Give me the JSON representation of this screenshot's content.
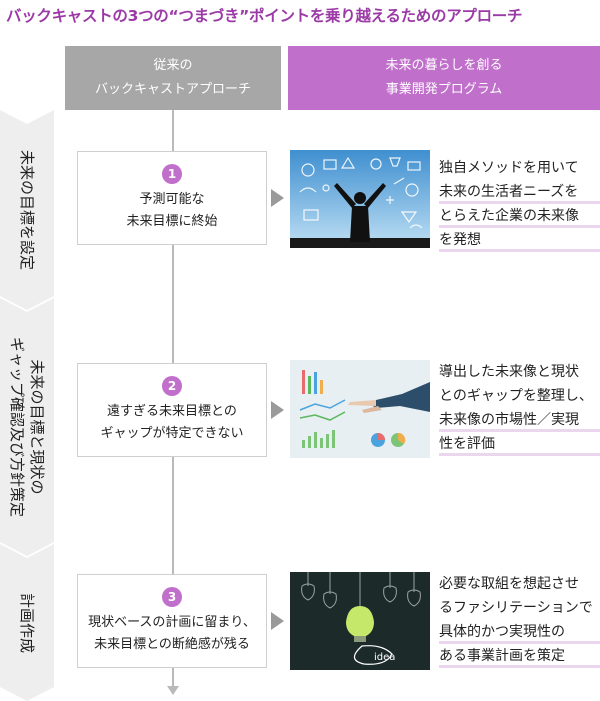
{
  "title": "バックキャストの3つの“つまづき”ポイントを乗り越えるためのアプローチ",
  "columns": {
    "left": [
      "従来の",
      "バックキャストアプローチ"
    ],
    "right": [
      "未来の暮らしを創る",
      "事業開発プログラム"
    ]
  },
  "phases": [
    {
      "label": "未来の目標を設定"
    },
    {
      "label": "未来の目標と現状の\nギャップ確認及び方針策定"
    },
    {
      "label": "計画作成"
    }
  ],
  "steps": [
    {
      "number": "1",
      "problem": "予測可能な\n未来目標に終始",
      "description": [
        "独自メソッドを用いて",
        "未来の生活者ニーズを",
        "とらえた企業の未来像",
        "を発想"
      ],
      "image_icon": "person-ideas-sketch-icon"
    },
    {
      "number": "2",
      "problem": "遠すぎる未来目標との\nギャップが特定できない",
      "description": [
        "導出した未来像と現状",
        "とのギャップを整理し、",
        "未来像の市場性／実現",
        "性を評価"
      ],
      "image_icon": "hand-pointing-chart-icon"
    },
    {
      "number": "3",
      "problem": "現状ベースの計画に留まり、\n未来目標との断絶感が残る",
      "description": [
        "必要な取組を想起させ",
        "るファシリテーションで",
        "具体的かつ実現性の",
        "ある事業計画を策定"
      ],
      "image_icon": "lightbulb-idea-icon",
      "image_text": "idea"
    }
  ],
  "colors": {
    "accent": "#c06fcb",
    "title": "#9b3aa6",
    "gray_header": "#a7a7a7",
    "underline": "#ead7ee"
  }
}
